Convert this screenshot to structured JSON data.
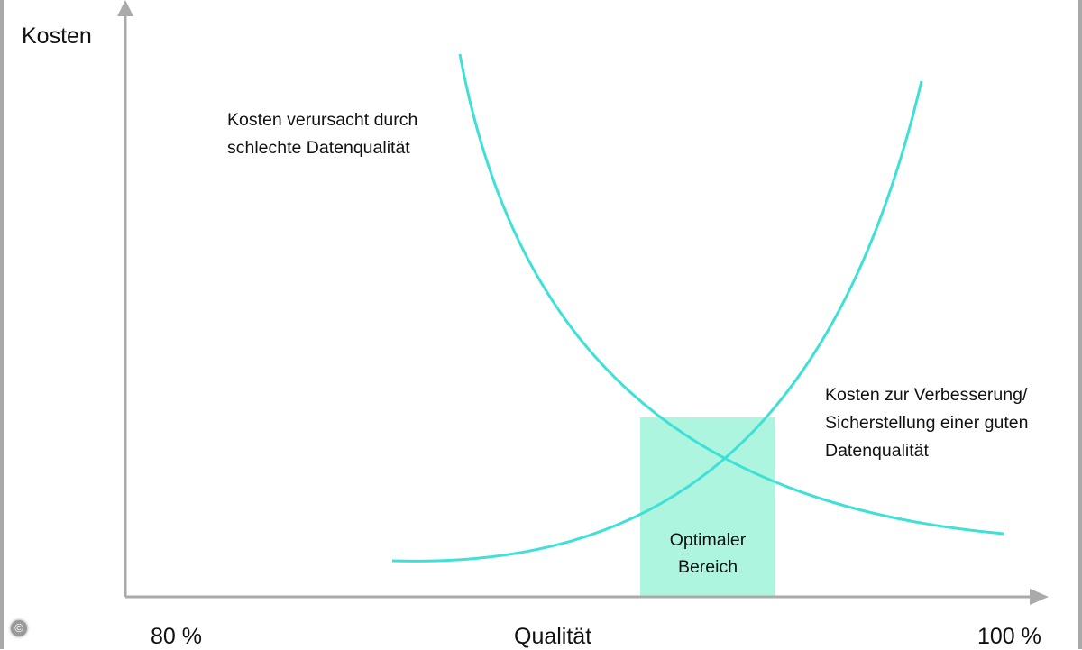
{
  "diagram": {
    "y_axis_label": "Kosten",
    "x_axis_label": "Qualität",
    "x_axis_min_label": "80 %",
    "x_axis_max_label": "100 %",
    "curve_bad_quality_label": [
      "Kosten verursacht durch",
      "schlechte Datenqualität"
    ],
    "curve_improvement_label": [
      "Kosten zur Verbesserung/",
      "Sicherstellung einer guten",
      "Datenqualität"
    ],
    "optimal_region_label": [
      "Optimaler",
      "Bereich"
    ],
    "copyright_symbol": "©"
  },
  "colors": {
    "curve": "#3fe0d6",
    "optimal_region": "#aef5df",
    "axis": "#aaaaaa"
  }
}
